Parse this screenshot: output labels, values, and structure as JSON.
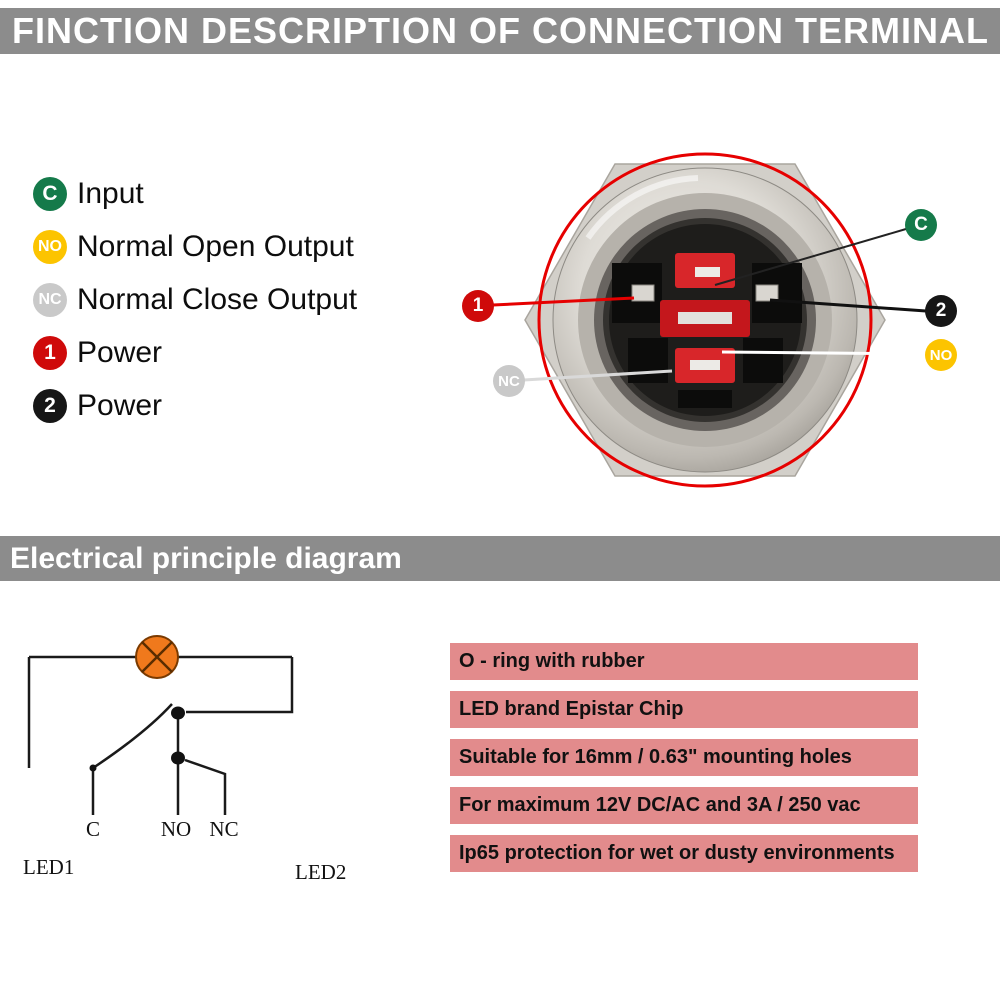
{
  "header": {
    "title": "FINCTION DESCRIPTION OF CONNECTION TERMINAL"
  },
  "legend": {
    "items": [
      {
        "badge": "C",
        "label": "Input",
        "color": "#157a4a"
      },
      {
        "badge": "NO",
        "label": "Normal Open Output",
        "color": "#fcc400"
      },
      {
        "badge": "NC",
        "label": "Normal Close Output",
        "color": "#c9c9c9"
      },
      {
        "badge": "1",
        "label": "Power",
        "color": "#cf0a0a"
      },
      {
        "badge": "2",
        "label": "Power",
        "color": "#161616"
      }
    ]
  },
  "product": {
    "callouts": [
      {
        "id": "power1",
        "badge": "1",
        "color": "#cf0a0a"
      },
      {
        "id": "nc",
        "badge": "NC",
        "color": "#c9c9c9"
      },
      {
        "id": "c",
        "badge": "C",
        "color": "#157a4a"
      },
      {
        "id": "power2",
        "badge": "2",
        "color": "#161616"
      },
      {
        "id": "no",
        "badge": "NO",
        "color": "#fcc400"
      }
    ]
  },
  "section2": {
    "title": "Electrical principle diagram"
  },
  "circuit": {
    "terminal_labels": [
      "C",
      "NO",
      "NC"
    ],
    "led1": "LED1",
    "led2": "LED2"
  },
  "features": [
    "O - ring with rubber",
    "LED brand Epistar Chip",
    "Suitable for 16mm / 0.63\" mounting holes",
    "For maximum 12V DC/AC and 3A / 250 vac",
    "Ip65 protection for wet or dusty environments"
  ],
  "colors": {
    "banner": "#8c8c8c",
    "feature_bg": "#e28b8c",
    "accent_red": "#e60000"
  }
}
